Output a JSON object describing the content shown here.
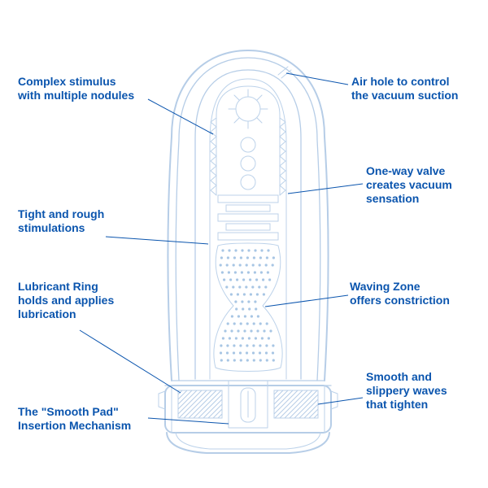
{
  "colors": {
    "label_text": "#0b55ae",
    "leader_line": "#0b55ae",
    "diagram_line": "#b6cde7",
    "diagram_line_fine": "#bcd2ea",
    "dot_fill": "#a8c6e4",
    "background": "#ffffff"
  },
  "labels": {
    "complex_stimulus": "Complex stimulus\nwith multiple nodules",
    "air_hole": "Air hole to control\nthe vacuum suction",
    "one_way_valve": "One-way valve\ncreates vacuum\nsensation",
    "tight_rough": "Tight and rough\nstimulations",
    "lubricant_ring": "Lubricant Ring\nholds and applies\nlubrication",
    "waving_zone": "Waving Zone\noffers constriction",
    "smooth_pad": "The \"Smooth Pad\"\nInsertion Mechanism",
    "smooth_waves": "Smooth and\nslippery waves\nthat tighten"
  }
}
